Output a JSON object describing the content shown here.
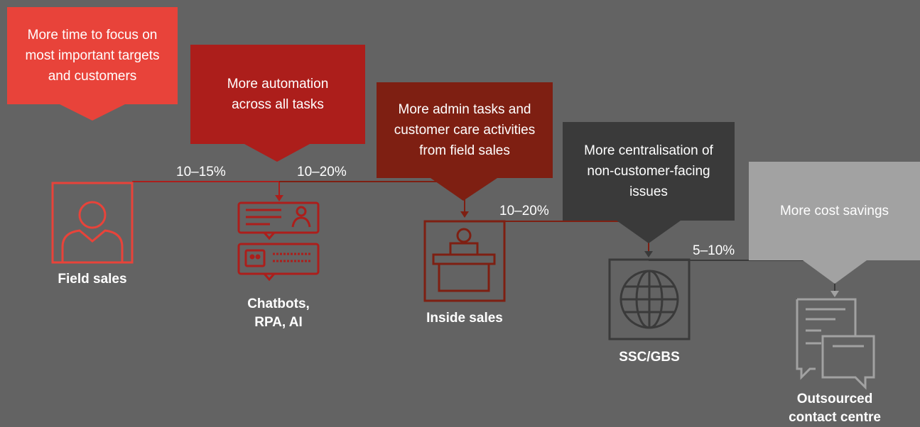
{
  "colors": {
    "background": "#636363",
    "bright_red": "#e8433a",
    "red": "#ac1e1b",
    "dark_red": "#7e1f12",
    "charcoal": "#3a3a3a",
    "light_grey": "#a2a2a2"
  },
  "stages": [
    {
      "label": "Field sales",
      "icon": "person-icon",
      "callout": "More time to focus on most important targets and customers"
    },
    {
      "label": "Chatbots, RPA, AI",
      "icon": "chatbot-icon",
      "callout": "More automation across all tasks"
    },
    {
      "label": "Inside sales",
      "icon": "desk-agent-icon",
      "callout": "More admin tasks and customer care activities from field sales"
    },
    {
      "label": "SSC/GBS",
      "icon": "globe-icon",
      "callout": "More centralisation of non-customer-facing issues"
    },
    {
      "label": "Outsourced contact centre",
      "icon": "chat-bubbles-icon",
      "callout": "More cost savings"
    }
  ],
  "percentages": [
    "10–15%",
    "10–20%",
    "10–20%",
    "5–10%"
  ]
}
